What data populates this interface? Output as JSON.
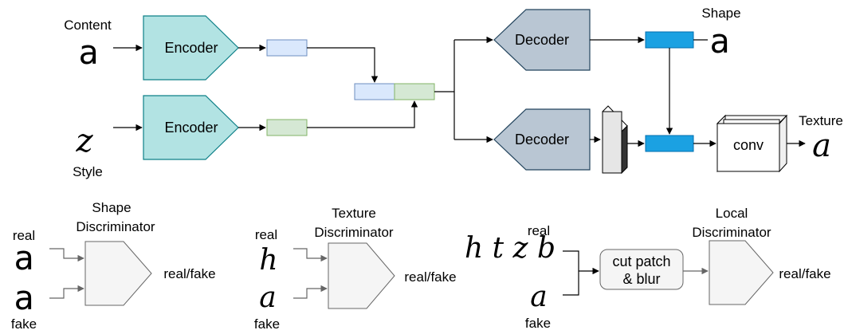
{
  "generator": {
    "content_label": "Content",
    "style_label": "Style",
    "content_glyph": "a",
    "style_glyph": "z",
    "encoder_content_label": "Encoder",
    "encoder_style_label": "Encoder",
    "decoder_shape_label": "Decoder",
    "decoder_texture_label": "Decoder",
    "shape_label": "Shape",
    "shape_glyph": "a",
    "texture_label": "Texture",
    "texture_glyph": "a",
    "conv_label": "conv"
  },
  "shape_discriminator": {
    "title_line1": "Shape",
    "title_line2": "Discriminator",
    "real_label": "real",
    "fake_label": "fake",
    "real_glyph": "a",
    "fake_glyph": "a",
    "output_label": "real/fake"
  },
  "texture_discriminator": {
    "title_line1": "Texture",
    "title_line2": "Discriminator",
    "real_label": "real",
    "fake_label": "fake",
    "real_glyph": "h",
    "fake_glyph": "a",
    "output_label": "real/fake"
  },
  "local_discriminator": {
    "title_line1": "Local",
    "title_line2": "Discriminator",
    "real_label": "real",
    "fake_label": "fake",
    "real_glyphs": "h t z b",
    "fake_glyph": "a",
    "cut_line1": "cut patch",
    "cut_line2": "& blur",
    "output_label": "real/fake"
  },
  "colors": {
    "encoder_fill": "#b2e3e3",
    "decoder_fill": "#b9c6d3",
    "content_feature": "#dae8fc",
    "style_feature": "#d5e8d4",
    "output_feature": "#1ba1e2",
    "discriminator_fill": "#f5f5f5",
    "cut_fill": "#f5f5f5"
  }
}
